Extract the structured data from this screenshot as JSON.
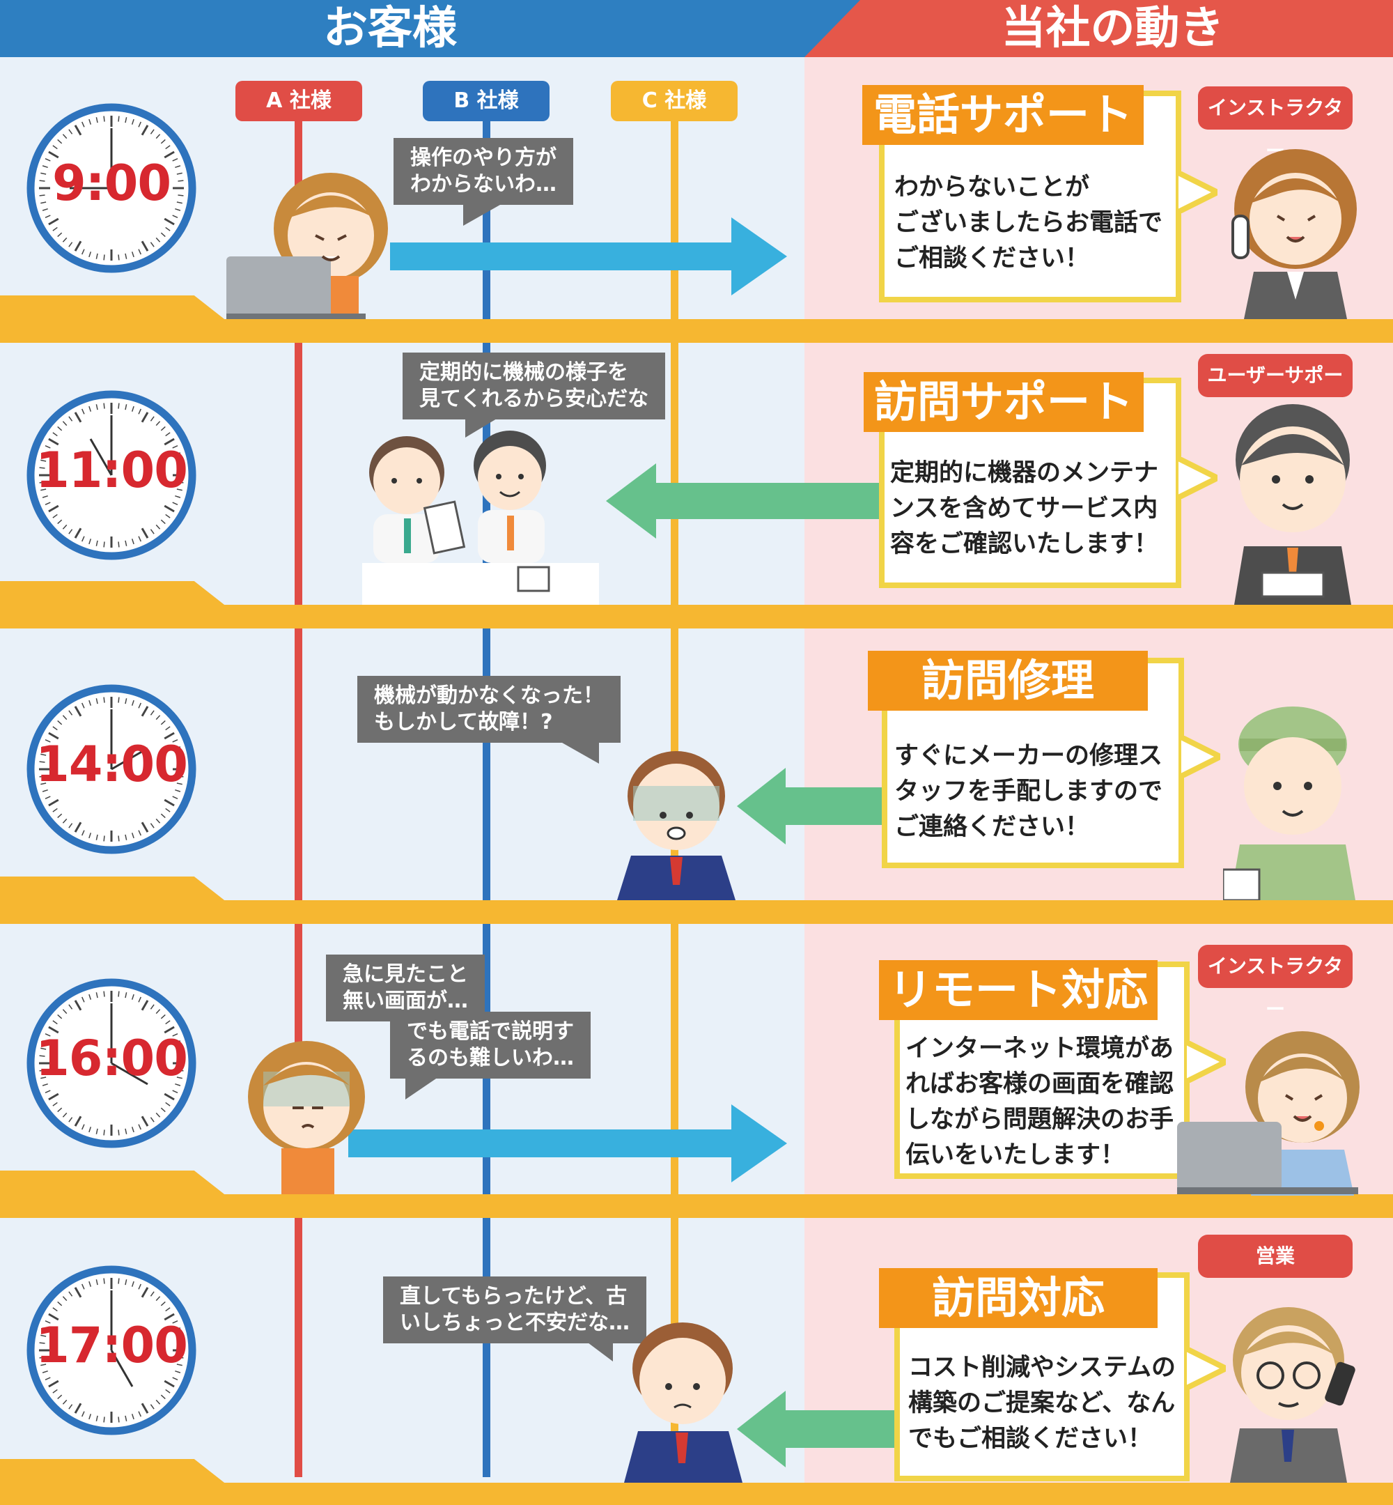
{
  "header": {
    "customer_title": "お客様",
    "company_title": "当社の動き"
  },
  "companies": [
    {
      "label": "A 社様",
      "color": "#e04d46"
    },
    {
      "label": "B 社様",
      "color": "#2e73bd"
    },
    {
      "label": "C 社様",
      "color": "#f6b731"
    }
  ],
  "colors": {
    "arrow_to_company": "#38b0de",
    "arrow_to_customer": "#66c18c",
    "band": "#f6b731",
    "card_border": "#f1d447",
    "card_title": "#f39519",
    "clock_ring": "#2e73bd",
    "clock_time": "#d7282f"
  },
  "rows": [
    {
      "time": "9:00",
      "clock_hour": 9,
      "customer_bubble": [
        "操作のやり方が",
        "わからないわ…"
      ],
      "arrow": "right",
      "card_title": "電話サポート",
      "card_lines": [
        "わからないことが",
        "ございましたらお電話で",
        "ご相談ください！"
      ],
      "role": "インストラクター"
    },
    {
      "time": "11:00",
      "clock_hour": 11,
      "customer_bubble": [
        "定期的に機械の様子を",
        "見てくれるから安心だな"
      ],
      "arrow": "left",
      "card_title": "訪問サポート",
      "card_lines": [
        "定期的に機器のメンテナ",
        "ンスを含めてサービス内",
        "容をご確認いたします！"
      ],
      "role": "ユーザーサポート"
    },
    {
      "time": "14:00",
      "clock_hour": 2,
      "customer_bubble": [
        "機械が動かなくなった！",
        "もしかして故障！?"
      ],
      "arrow": "left",
      "card_title": "訪問修理",
      "card_lines": [
        "すぐにメーカーの修理ス",
        "タッフを手配しますので",
        "ご連絡ください！"
      ],
      "role": ""
    },
    {
      "time": "16:00",
      "clock_hour": 4,
      "customer_bubble": [
        "急に見たこと",
        "無い画面が…"
      ],
      "customer_bubble2": [
        "でも電話で説明す",
        "るのも難しいわ…"
      ],
      "arrow": "right",
      "card_title": "リモート対応",
      "card_lines": [
        "インターネット環境があ",
        "ればお客様の画面を確認",
        "しながら問題解決のお手",
        "伝いをいたします！"
      ],
      "role": "インストラクター"
    },
    {
      "time": "17:00",
      "clock_hour": 5,
      "customer_bubble": [
        "直してもらったけど、古",
        "いしちょっと不安だな…"
      ],
      "arrow": "left",
      "card_title": "訪問対応",
      "card_lines": [
        "コスト削減やシステムの",
        "構築のご提案など、なん",
        "でもご相談ください！"
      ],
      "role": "営業"
    }
  ]
}
